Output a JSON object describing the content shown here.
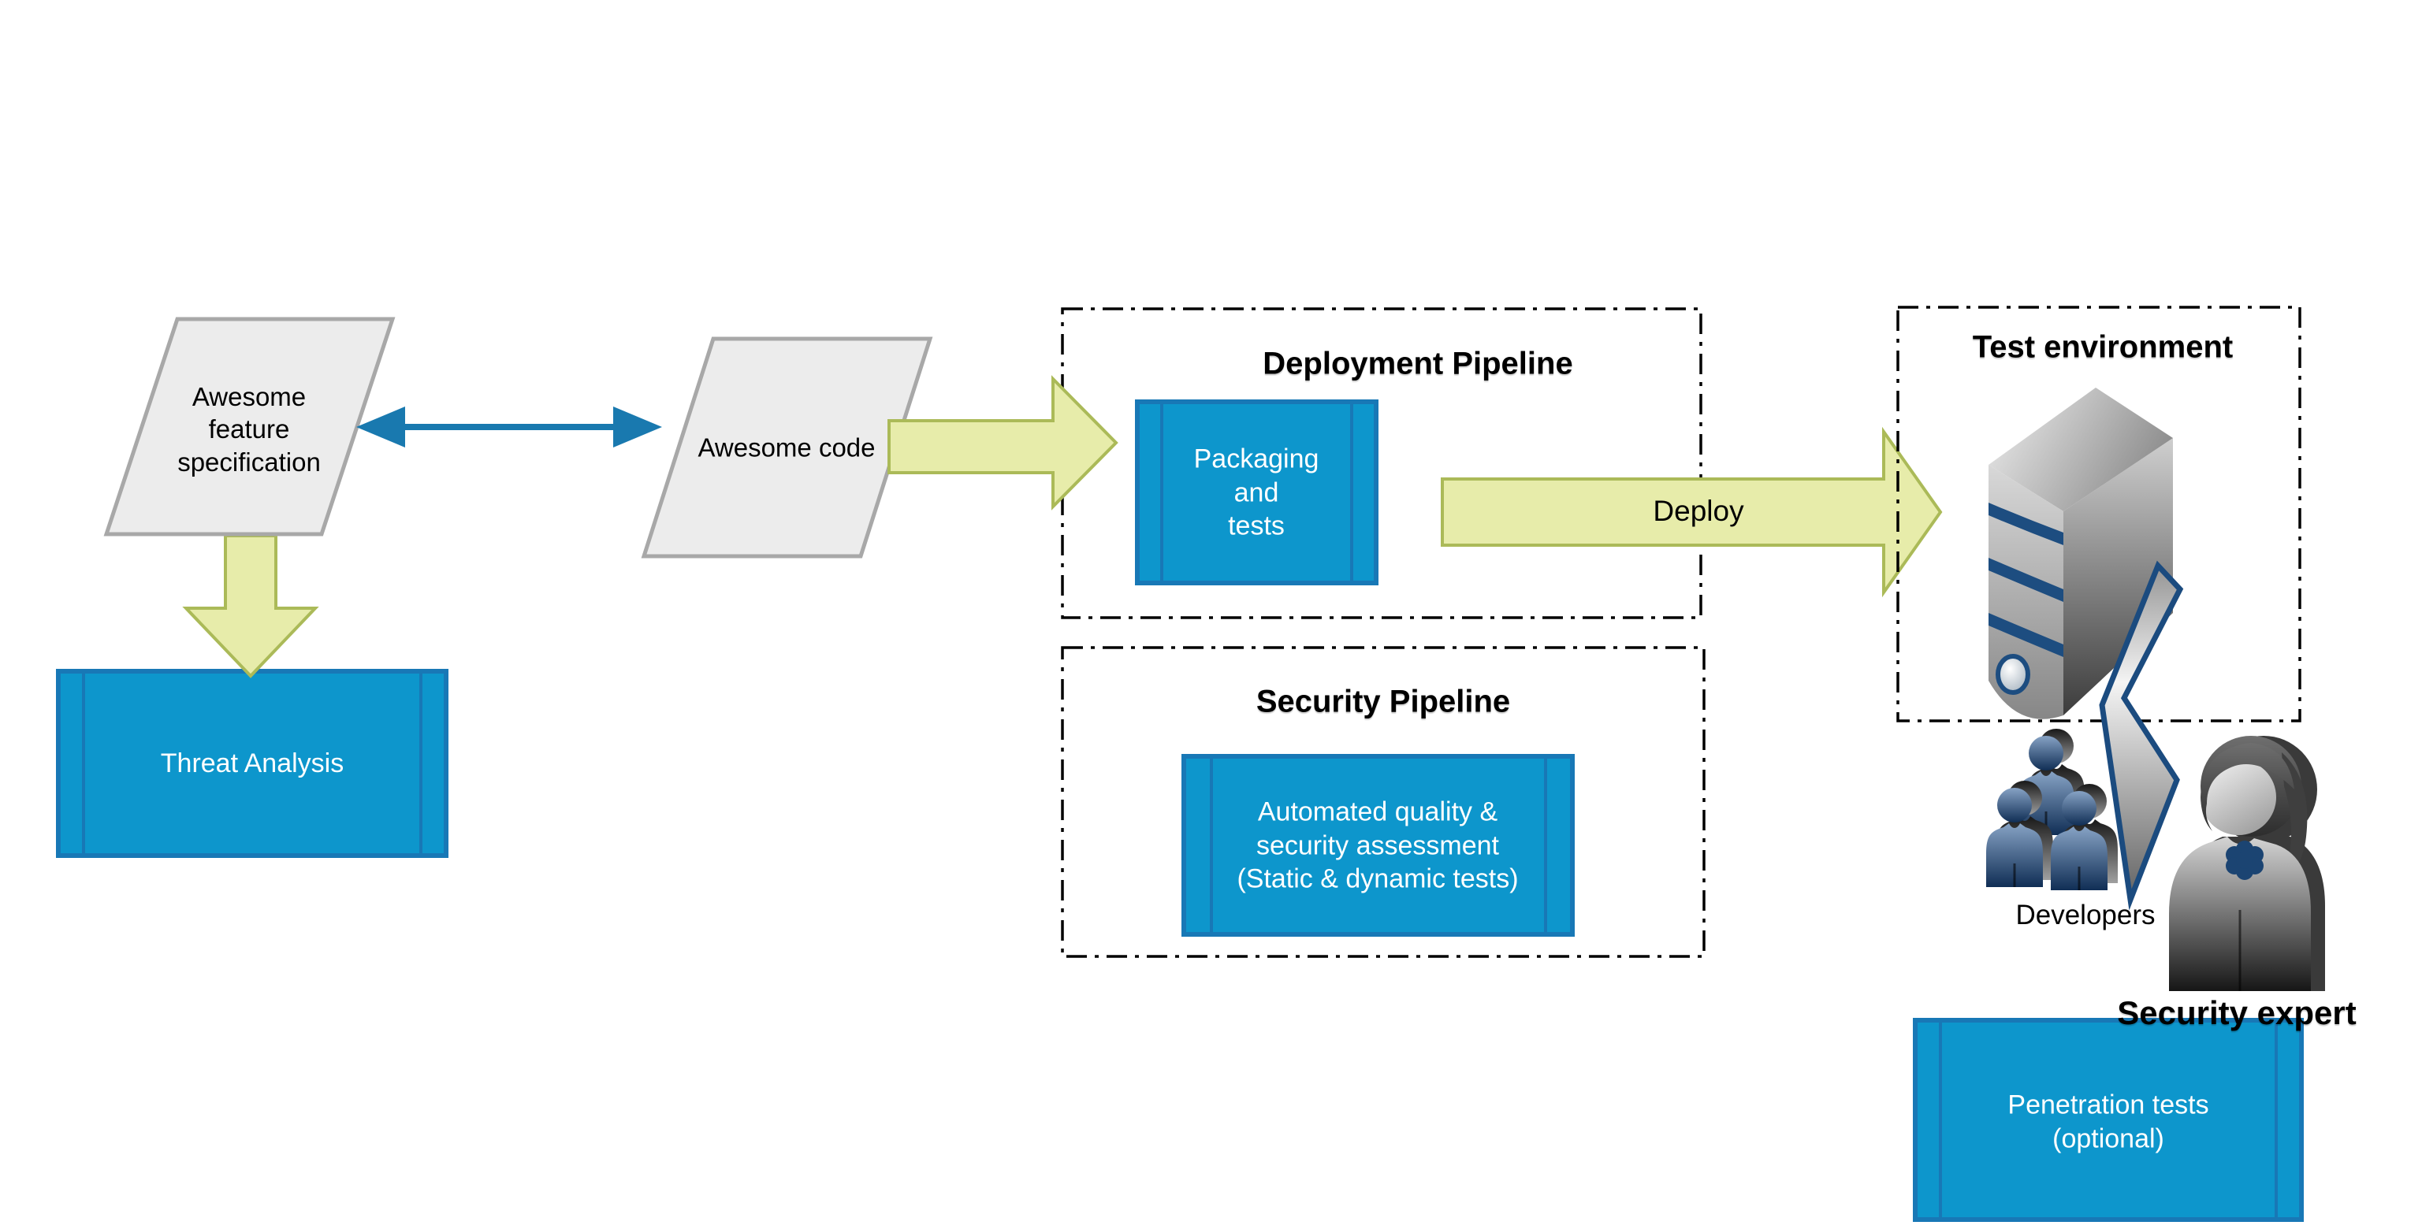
{
  "diagram": {
    "nodes": {
      "feature_spec": {
        "label": "Awesome\nfeature\nspecification"
      },
      "awesome_code": {
        "label": "Awesome code"
      },
      "threat_analysis": {
        "label": "Threat Analysis"
      },
      "packaging": {
        "label": "Packaging\nand\ntests"
      },
      "automated_assessment": {
        "label": "Automated quality &\nsecurity assessment\n(Static & dynamic tests)"
      },
      "penetration_tests": {
        "label": "Penetration tests\n(optional)"
      }
    },
    "containers": {
      "deployment_pipeline": {
        "title": "Deployment Pipeline"
      },
      "security_pipeline": {
        "title": "Security Pipeline"
      },
      "test_environment": {
        "title": "Test environment"
      }
    },
    "connectors": {
      "deploy": {
        "label": "Deploy"
      }
    },
    "actors": {
      "developers": {
        "label": "Developers"
      },
      "security_expert": {
        "label": "Security expert"
      }
    },
    "icons": {
      "server": "server-tower-3d",
      "bolt": "lightning-bolt",
      "developers": "people-group-3d",
      "security_expert": "person-silhouette"
    }
  },
  "colors": {
    "background": "#ffffff",
    "process_fill": "#0d96cc",
    "process_border": "#1878b6",
    "parallelogram_fill": "#ececec",
    "parallelogram_border": "#a8a8a8",
    "block_arrow_fill": "#e7ecaa",
    "block_arrow_border": "#abba58",
    "connector_blue": "#1979af",
    "container_border": "#000000",
    "server_stripe_navy": "#1d4d80",
    "bolt_outline_navy": "#1b4b7f",
    "text_dark": "#000000",
    "text_light": "#ffffff"
  }
}
